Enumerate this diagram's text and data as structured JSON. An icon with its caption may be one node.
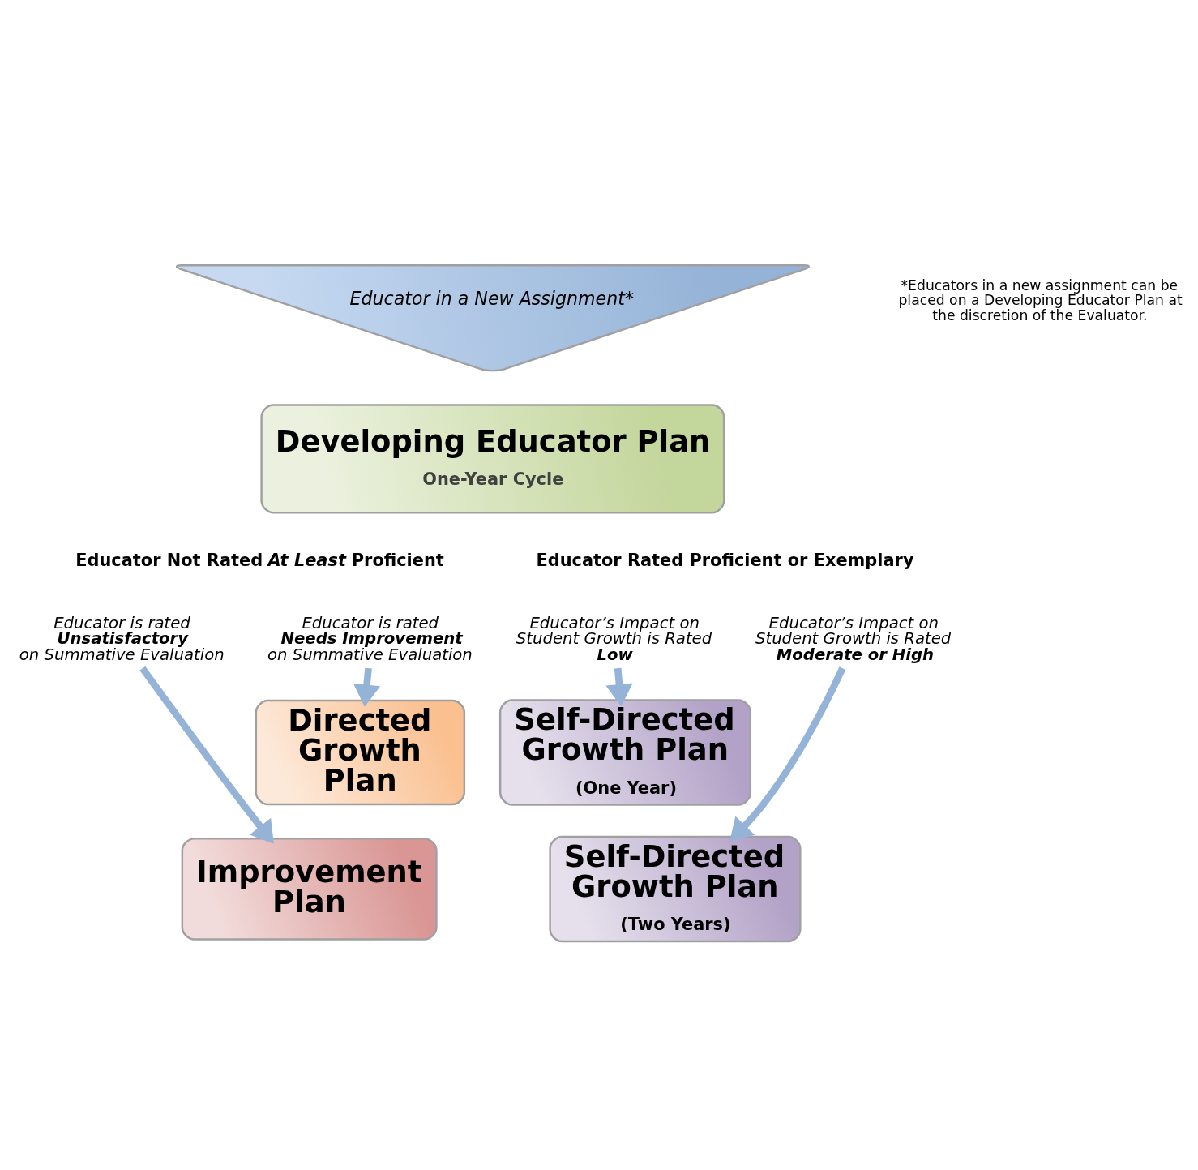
{
  "diagram": {
    "nodes": [
      {
        "text": [
          "Educator in a New Assignment*"
        ]
      },
      {
        "text": [
          "Developing Educator Plan",
          "One-Year Cycle"
        ]
      },
      {
        "text": [
          "Improvement Plan"
        ]
      },
      {
        "text": [
          "Directed Growth Plan"
        ]
      },
      {
        "text": [
          "Self-Directed Growth Plan",
          "(One Year)"
        ]
      },
      {
        "text": [
          "Self-Directed Growth Plan",
          "(Two Years)"
        ]
      },
      {
        "text": [
          "Educator is rated **Unsatisfactory** on Summative Evaluation"
        ]
      },
      {
        "text": [
          "Educator is rated **Needs Improvement** on Summative Evaluation"
        ]
      },
      {
        "text": [
          "Educator’s Impact on Student Growth is Rated **Low**"
        ]
      },
      {
        "text": [
          "Educator’s Impact on Student Growth is Rated **Moderate or High**"
        ]
      }
    ],
    "edges": [
      {
        "from": 6,
        "to": 2,
        "arrow": "to"
      },
      {
        "from": 7,
        "to": 3,
        "arrow": "to"
      },
      {
        "from": 8,
        "to": 4,
        "arrow": "to"
      },
      {
        "from": 9,
        "to": 5,
        "arrow": "to"
      }
    ],
    "labels": [
      "*Educators in a new assignment can be placed on a Developing Educator Plan at the discretion of the Evaluator.",
      "Educator Not Rated *At Least* Proficient",
      "Educator Rated Proficient or Exemplary"
    ]
  }
}
